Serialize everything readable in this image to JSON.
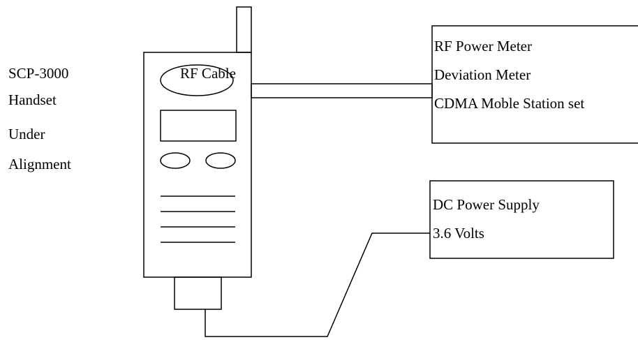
{
  "handset_label": {
    "line1": "SCP-3000",
    "line2": "Handset",
    "line3": "Under",
    "line4": "Alignment"
  },
  "cable_label": "RF Cable",
  "rf_equipment": {
    "line1": "RF Power Meter",
    "line2": "Deviation Meter",
    "line3": "CDMA Moble Station set"
  },
  "power_supply": {
    "line1": "DC Power Supply",
    "line2": "3.6 Volts"
  },
  "colors": {
    "stroke": "#000000",
    "background": "#ffffff"
  }
}
